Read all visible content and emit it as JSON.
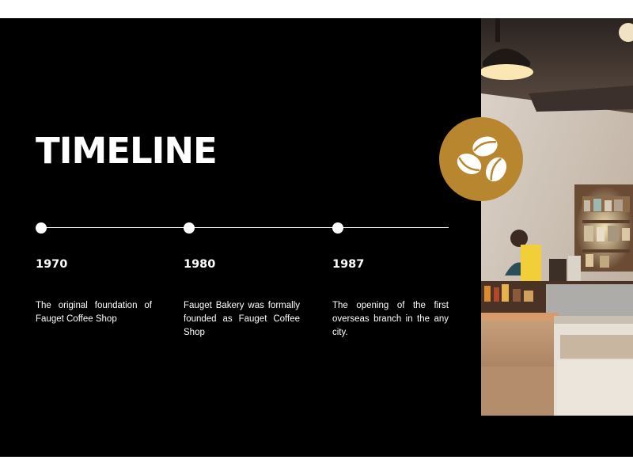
{
  "slide": {
    "title": "TIMELINE",
    "colors": {
      "background": "#000000",
      "text": "#ffffff",
      "accent": "#b8862e"
    },
    "badge_icon": "coffee-beans-icon",
    "photo_description_icon": "coffee-shop-interior-photo",
    "timeline": [
      {
        "year": "1970",
        "description": "The original foundation of Fauget Coffee Shop"
      },
      {
        "year": "1980",
        "description": "Fauget Bakery was formally founded as Fauget Coffee Shop"
      },
      {
        "year": "1987",
        "description": "The opening of the first overseas branch in the any city."
      }
    ]
  }
}
